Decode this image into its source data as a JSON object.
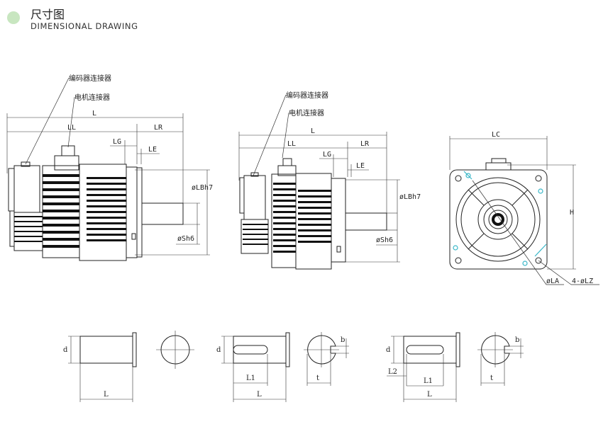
{
  "header": {
    "title_cn": "尺寸图",
    "title_en": "DIMENSIONAL DRAWING"
  },
  "left_view": {
    "encoder_connector": "编码器连接器",
    "motor_connector": "电机连接器",
    "L": "L",
    "LL": "LL",
    "LR": "LR",
    "LG": "LG",
    "LE": "LE",
    "LB": "øLBh7",
    "S": "øSh6"
  },
  "middle_view": {
    "encoder_connector": "编码器连接器",
    "motor_connector": "电机连接器",
    "L": "L",
    "LL": "LL",
    "LR": "LR",
    "LG": "LG",
    "LE": "LE",
    "LB": "øLBh7",
    "S": "øSh6"
  },
  "front_view": {
    "LC": "LC",
    "H": "H",
    "LA": "øLA",
    "LZ": "4-øLZ"
  },
  "shafts": {
    "s1": {
      "d": "d",
      "L": "L"
    },
    "s2": {
      "d": "d",
      "L1": "L1",
      "L": "L",
      "t": "t",
      "b": "b"
    },
    "s3": {
      "d": "d",
      "L2": "L2",
      "L1": "L1",
      "L": "L",
      "t": "t",
      "b": "b"
    }
  },
  "colors": {
    "accent_dot": "#c8e6c0",
    "callout": "#3ab7c8"
  }
}
